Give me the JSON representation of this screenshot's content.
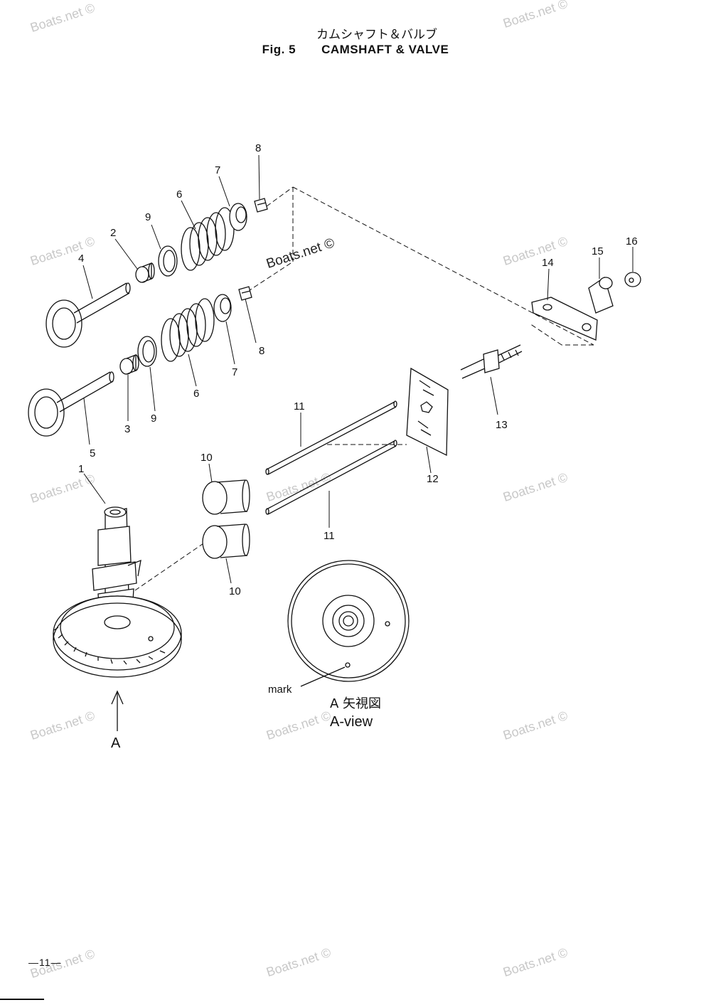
{
  "header": {
    "title_jp": "カムシャフト＆バルブ",
    "fig_label": "Fig. 5",
    "title_en": "CAMSHAFT & VALVE"
  },
  "watermark": {
    "text": "Boats.net ©"
  },
  "callouts": {
    "n1": "1",
    "n2": "2",
    "n3": "3",
    "n4": "4",
    "n5": "5",
    "n6a": "6",
    "n6b": "6",
    "n7a": "7",
    "n7b": "7",
    "n8a": "8",
    "n8b": "8",
    "n9a": "9",
    "n9b": "9",
    "n10a": "10",
    "n10b": "10",
    "n11a": "11",
    "n11b": "11",
    "n12": "12",
    "n13": "13",
    "n14": "14",
    "n15": "15",
    "n16": "16"
  },
  "view": {
    "arrow_label": "A",
    "mark_label": "mark",
    "view_jp": "A 矢視図",
    "view_en": "A-view"
  },
  "footer": {
    "page_number": "—11—"
  }
}
